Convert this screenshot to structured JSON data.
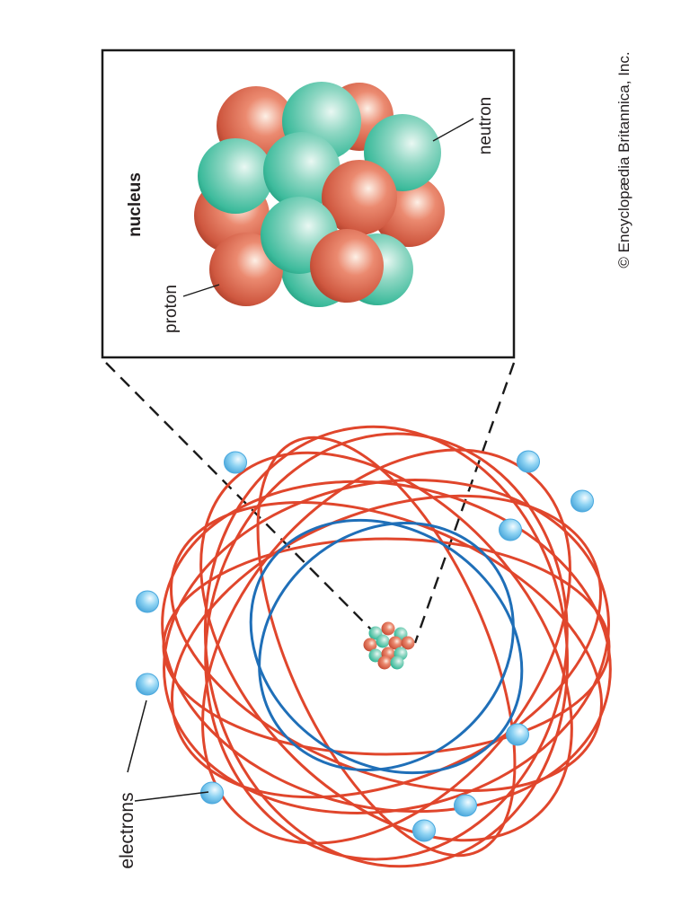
{
  "labels": {
    "nucleus": "nucleus",
    "proton": "proton",
    "neutron": "neutron",
    "electrons": "electrons"
  },
  "credit": "© Encyclopædia Britannica, Inc.",
  "colors": {
    "proton": "#d9604a",
    "neutron": "#3fbf9f",
    "outer_orbit": "#e0462c",
    "inner_orbit": "#1f6fb8",
    "electron": "#6ec6ef",
    "frame": "#1a1a1a"
  },
  "icons": {
    "proton": "red-sphere",
    "neutron": "teal-sphere",
    "electron": "blue-sphere"
  }
}
